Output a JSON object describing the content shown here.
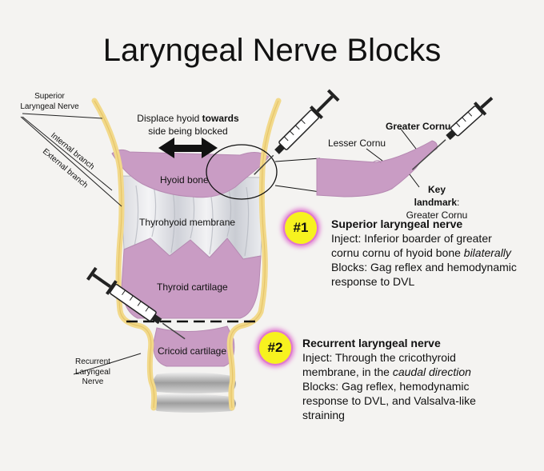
{
  "title": "Laryngeal Nerve Blocks",
  "labels": {
    "superior_nerve_1": "Superior",
    "superior_nerve_2": "Laryngeal Nerve",
    "internal_branch": "Internal branch",
    "external_branch": "External branch",
    "recurrent_1": "Recurrent",
    "recurrent_2": "Laryngeal",
    "recurrent_3": "Nerve",
    "displace_1": "Displace hyoid ",
    "displace_bold": "towards",
    "displace_2": "side being blocked",
    "hyoid_bone": "Hyoid bone",
    "thyrohyoid_membrane": "Thyrohyoid membrane",
    "thyroid_cartilage": "Thyroid cartilage",
    "cricoid_cartilage": "Cricoid cartilage",
    "lesser_cornu": "Lesser Cornu",
    "greater_cornu": "Greater Cornu",
    "key_landmark_bold": "Key landmark",
    "key_landmark_colon": ":",
    "key_landmark_value": "Greater Cornu"
  },
  "blocks": [
    {
      "badge": "#1",
      "heading": "Superior laryngeal nerve",
      "inject_1": "Inject: Inferior boarder of greater",
      "inject_2": "cornu cornu of hyoid bone ",
      "inject_italic": "bilaterally",
      "blocks_1": "Blocks: Gag reflex and hemodynamic",
      "blocks_2": "response to DVL"
    },
    {
      "badge": "#2",
      "heading": "Recurrent laryngeal nerve",
      "inject_1": "Inject: Through the cricothyroid",
      "inject_2": "membrane, in the ",
      "inject_italic": "caudal direction",
      "blocks_1": "Blocks: Gag reflex, hemodynamic",
      "blocks_2": "response to DVL, and Valsalva-like",
      "blocks_3": "straining"
    }
  ],
  "colors": {
    "cartilage": "#c99cc4",
    "nerve": "#f2d98a",
    "badge": "#f7f21f",
    "badge_glow": "#e07ad0",
    "background": "#f4f3f1"
  }
}
